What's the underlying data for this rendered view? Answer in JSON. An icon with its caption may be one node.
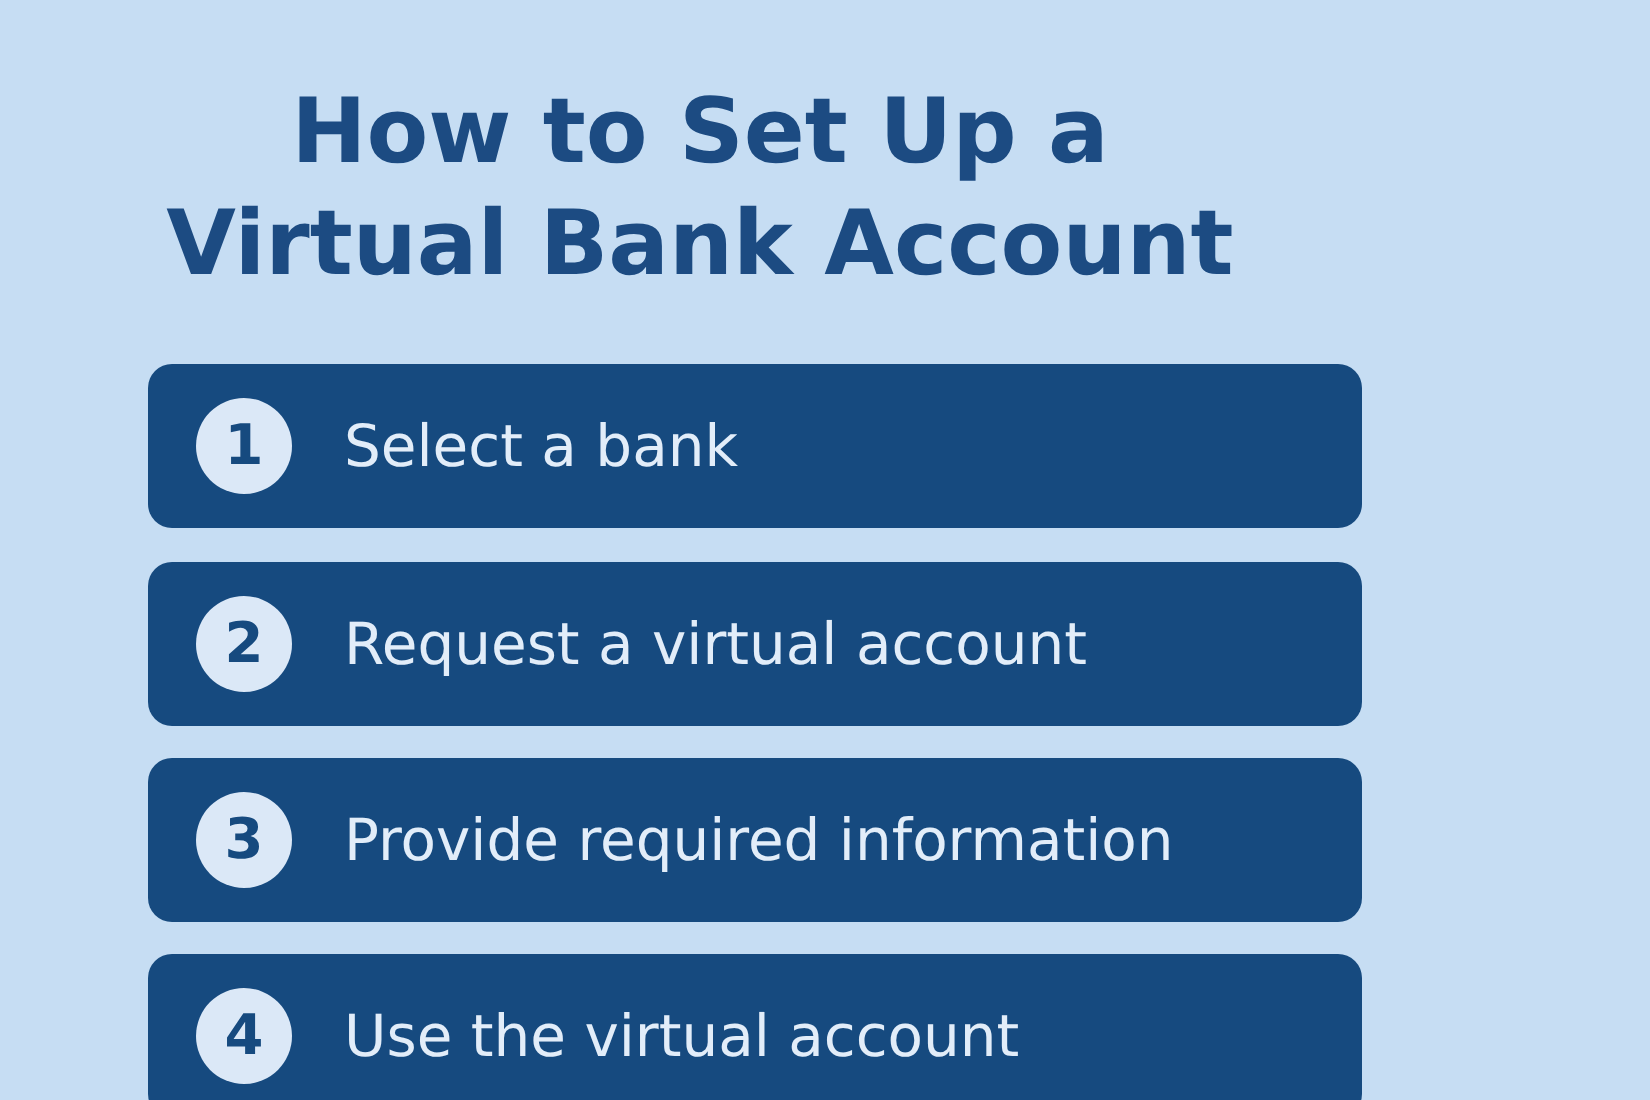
{
  "diagram": {
    "title": "How to Set Up a Virtual Bank Account",
    "nodes": [
      {
        "text": [
          "Select a bank"
        ]
      },
      {
        "text": [
          "1"
        ],
        "in": 0
      },
      {
        "text": [
          "Request a virtual account"
        ]
      },
      {
        "text": [
          "2"
        ],
        "in": 2
      },
      {
        "text": [
          "Provide required information"
        ]
      },
      {
        "text": [
          "3"
        ],
        "in": 4
      },
      {
        "text": [
          "Use the virtual account"
        ]
      },
      {
        "text": [
          "4"
        ],
        "in": 6
      }
    ],
    "edges": []
  }
}
